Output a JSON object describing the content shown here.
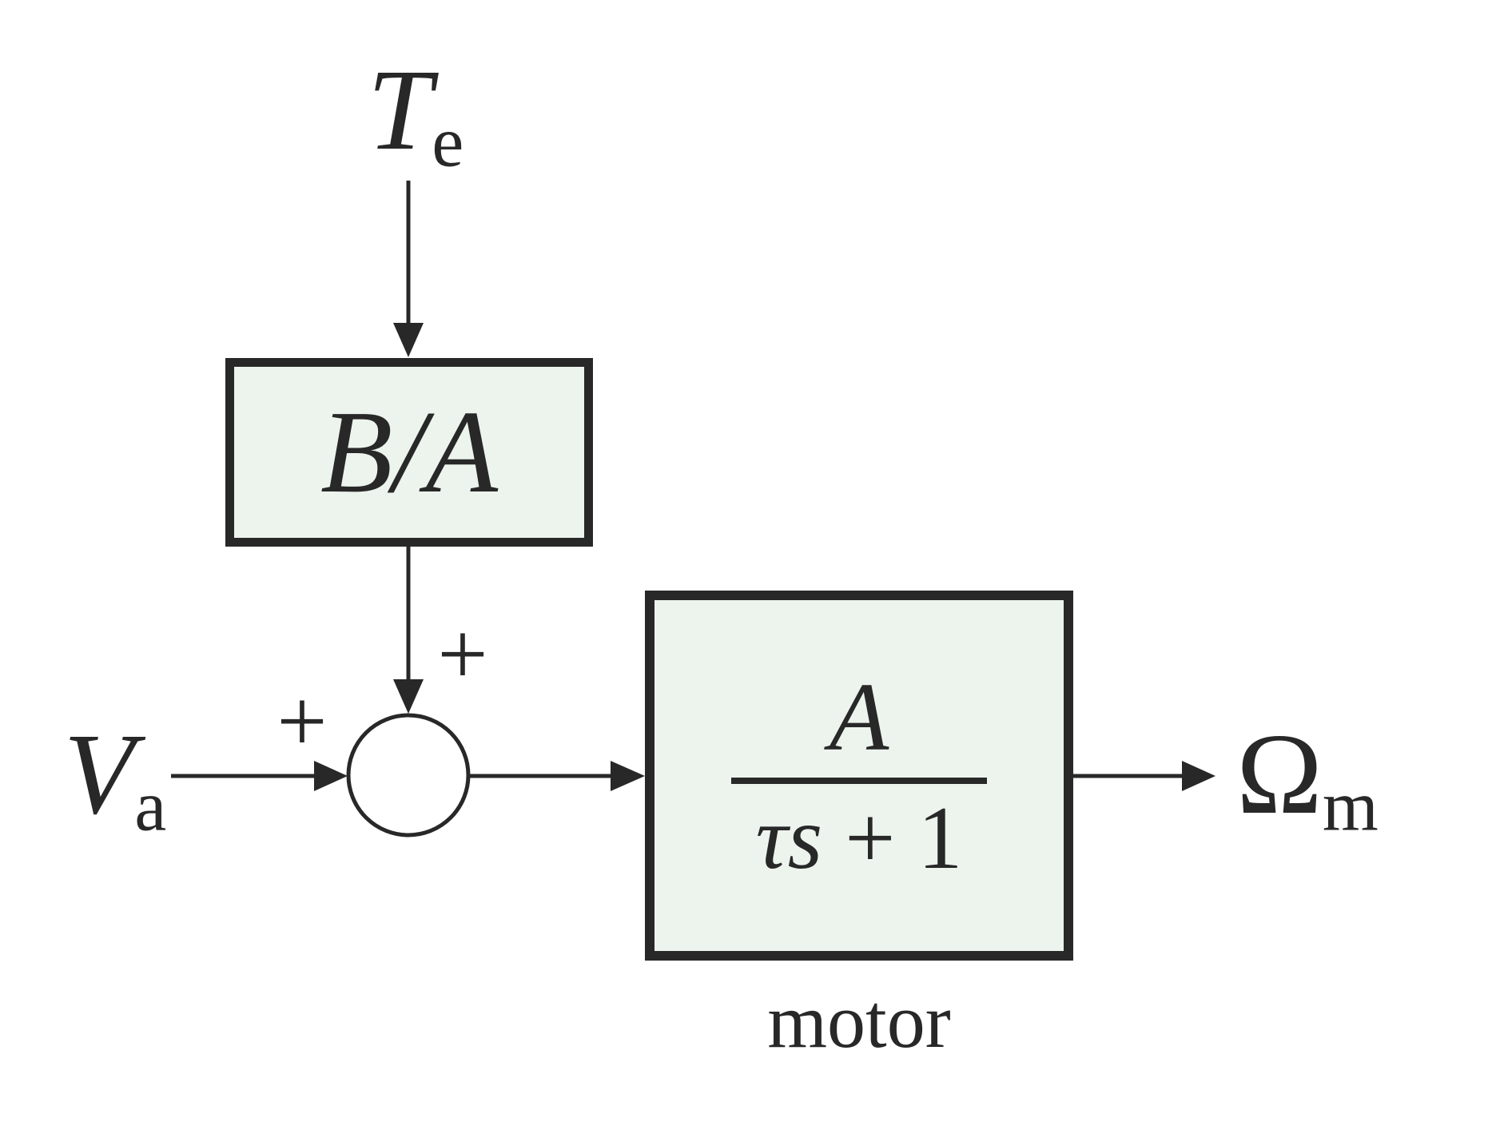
{
  "diagram": {
    "kind": "control-block-diagram",
    "colors": {
      "ink": "#282828",
      "block_fill": "#ecf4ed",
      "background": "#ffffff",
      "sum_junction_fill": "#ffffff"
    }
  },
  "signals": {
    "torque_disturbance": {
      "base": "T",
      "sub": "e"
    },
    "voltage_input": {
      "base": "V",
      "sub": "a"
    },
    "speed_output": {
      "base": "Ω",
      "sub": "m"
    }
  },
  "sum": {
    "sign_top": "+",
    "sign_left": "+"
  },
  "blocks": {
    "ba": {
      "label": "B/A"
    },
    "motor": {
      "numerator": "A",
      "denominator_italic": "τs",
      "denominator_rest": " + 1",
      "caption": "motor"
    }
  }
}
